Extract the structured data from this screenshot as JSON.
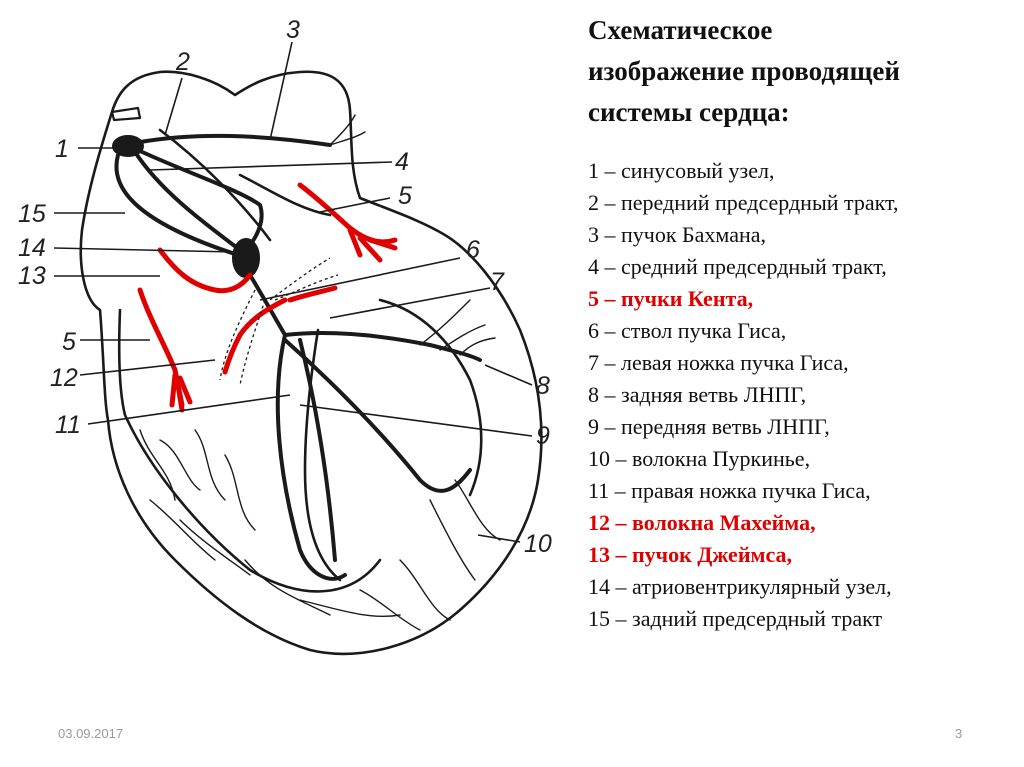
{
  "title": "Схематическое изображение проводящей системы сердца:",
  "legend": [
    {
      "text": "1 – синусовый узел,",
      "highlight": false
    },
    {
      "text": "2 – передний предсердный тракт,",
      "highlight": false
    },
    {
      "text": "3 – пучок Бахмана,",
      "highlight": false
    },
    {
      "text": "4 – средний предсердный тракт,",
      "highlight": false
    },
    {
      "text": "5 – пучки Кента,",
      "highlight": true
    },
    {
      "text": "6 – ствол пучка Гиса,",
      "highlight": false
    },
    {
      "text": "7 – левая ножка пучка Гиса,",
      "highlight": false
    },
    {
      "text": "8 – задняя ветвь ЛНПГ,",
      "highlight": false
    },
    {
      "text": "9 – передняя ветвь ЛНПГ,",
      "highlight": false
    },
    {
      "text": "10 – волокна Пуркинье,",
      "highlight": false
    },
    {
      "text": "11 – правая ножка пучка Гиса,",
      "highlight": false
    },
    {
      "text": "12 – волокна Махейма,",
      "highlight": true
    },
    {
      "text": "13 – пучок Джеймса,",
      "highlight": true
    },
    {
      "text": "14 – атриовентрикулярный узел,",
      "highlight": false
    },
    {
      "text": "15 – задний предсердный тракт",
      "highlight": false
    }
  ],
  "diagram": {
    "labels": [
      "1",
      "2",
      "3",
      "4",
      "5",
      "15",
      "14",
      "13",
      "6",
      "7",
      "5",
      "12",
      "8",
      "11",
      "9",
      "10"
    ],
    "colors": {
      "pathway": "#e00000",
      "outline": "#1a1a1a"
    }
  },
  "footer": {
    "date": "03.09.2017",
    "page": "3"
  }
}
